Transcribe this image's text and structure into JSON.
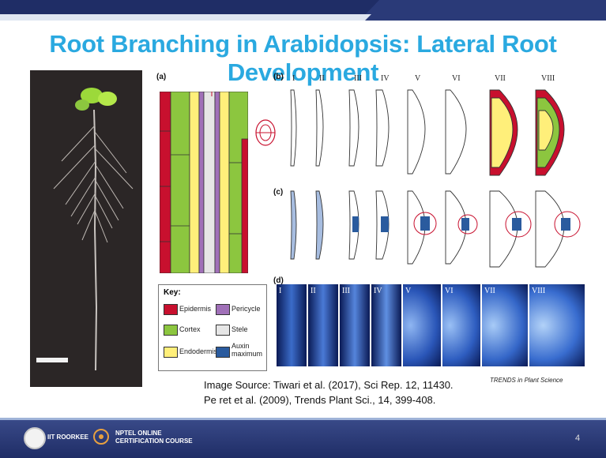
{
  "slide": {
    "title": "Root Branching in Arabidopsis: Lateral Root Development",
    "page_number": "4"
  },
  "figure": {
    "panel_labels": [
      "(a)",
      "(b)",
      "(c)",
      "(d)"
    ],
    "stages": [
      "I",
      "II",
      "III",
      "IV",
      "V",
      "VI",
      "VII",
      "VIII"
    ],
    "key": {
      "title": "Key:",
      "items": [
        {
          "label": "Epidermis",
          "color": "#c8102e"
        },
        {
          "label": "Pericycle",
          "color": "#a070b8"
        },
        {
          "label": "Cortex",
          "color": "#8cc63f"
        },
        {
          "label": "Stele",
          "color": "#e6e6e6"
        },
        {
          "label": "Endodermis",
          "color": "#ffef7a"
        },
        {
          "label": "Auxin maximum",
          "color": "#2a5b9e"
        }
      ]
    },
    "credit": "TRENDS in Plant Science"
  },
  "sources": {
    "line1": "Image Source: Tiwari et al. (2017), Sci Rep. 12, 11430.",
    "line2": "Pe ret et al. (2009), Trends Plant Sci., 14, 399-408."
  },
  "footer": {
    "institute": "IIT ROORKEE",
    "course_line1": "NPTEL ONLINE",
    "course_line2": "CERTIFICATION COURSE"
  },
  "colors": {
    "title": "#2aa9e0",
    "footer_bar": "#2a3a78",
    "top_band": "#1f2d66"
  }
}
